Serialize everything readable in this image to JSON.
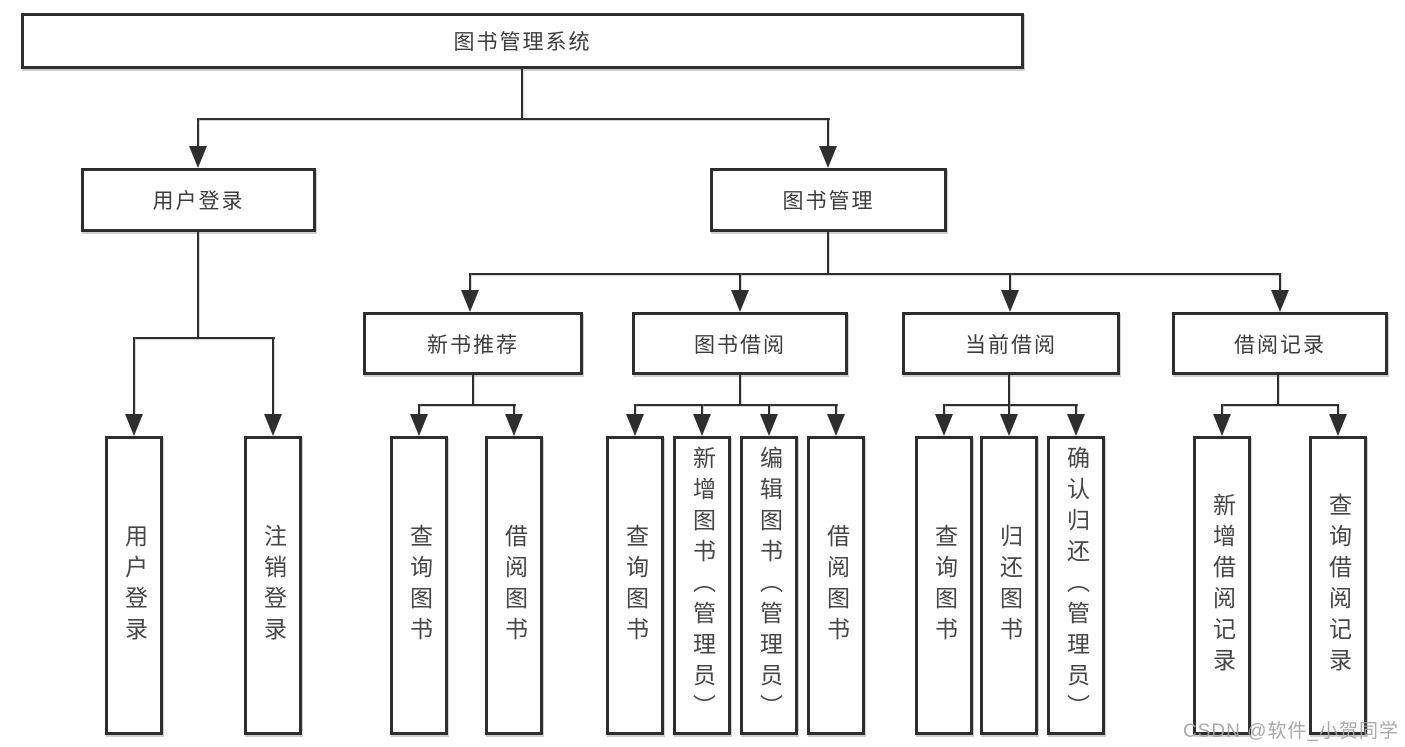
{
  "diagram_type": "hierarchy",
  "watermark": "CSDN @软件_小贺同学",
  "colors": {
    "background": "#ffffff",
    "box_fill": "#ffffff",
    "box_border": "#2e2e2e",
    "line": "#2e2e2e",
    "text": "#3c3c3c",
    "watermark": "#a3a3a3"
  },
  "tree": {
    "label": "图书管理系统",
    "children": [
      {
        "label": "用户登录",
        "children": [
          {
            "label": "用户登录"
          },
          {
            "label": "注销登录"
          }
        ]
      },
      {
        "label": "图书管理",
        "children": [
          {
            "label": "新书推荐",
            "children": [
              {
                "label": "查询图书"
              },
              {
                "label": "借阅图书"
              }
            ]
          },
          {
            "label": "图书借阅",
            "children": [
              {
                "label": "查询图书"
              },
              {
                "label": "新增图书（管理员）"
              },
              {
                "label": "编辑图书（管理员）"
              },
              {
                "label": "借阅图书"
              }
            ]
          },
          {
            "label": "当前借阅",
            "children": [
              {
                "label": "查询图书"
              },
              {
                "label": "归还图书"
              },
              {
                "label": "确认归还（管理员）"
              }
            ]
          },
          {
            "label": "借阅记录",
            "children": [
              {
                "label": "新增借阅记录"
              },
              {
                "label": "查询借阅记录"
              }
            ]
          }
        ]
      }
    ]
  }
}
